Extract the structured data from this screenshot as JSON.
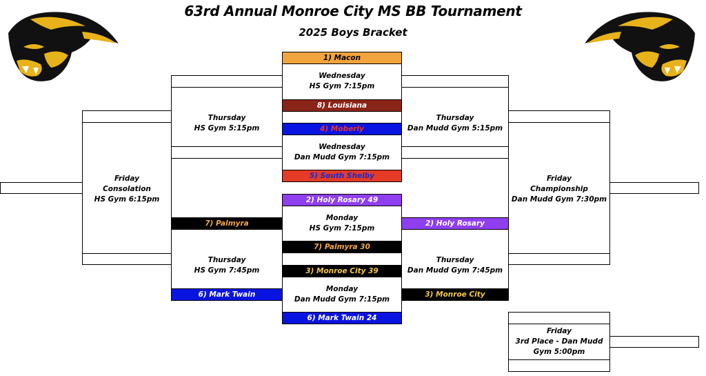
{
  "title": "63rd Annual Monroe City MS BB Tournament",
  "subtitle": "2025 Boys Bracket",
  "logo": {
    "icon": "panther-head-icon",
    "colors": {
      "black": "#111111",
      "gold": "#e8b21a"
    }
  },
  "teams": {
    "macon": "1) Macon",
    "louisiana": "8) Louisiana",
    "moberly": "4) Moberly",
    "south_shelby": "5) South Shelby",
    "holy_rosary_score": "2) Holy Rosary  49",
    "palmyra_score": "7) Palmyra  30",
    "monroe_city_score": "3) Monroe City  39",
    "mark_twain_score": "6) Mark Twain  24",
    "palmyra_left": "7) Palmyra",
    "mark_twain_left": "6) Mark Twain",
    "holy_rosary_right": "2) Holy Rosary",
    "monroe_city_right": "3) Monroe City"
  },
  "games": {
    "wed_hs": {
      "day": "Wednesday",
      "venue": "HS Gym 7:15pm"
    },
    "wed_dm": {
      "day": "Wednesday",
      "venue": "Dan Mudd Gym 7:15pm"
    },
    "mon_hs": {
      "day": "Monday",
      "venue": "HS Gym 7:15pm"
    },
    "mon_dm": {
      "day": "Monday",
      "venue": "Dan Mudd Gym 7:15pm"
    },
    "thu_hs_515": {
      "day": "Thursday",
      "venue": "HS Gym 5:15pm"
    },
    "thu_dm_515": {
      "day": "Thursday",
      "venue": "Dan Mudd Gym 5:15pm"
    },
    "thu_hs_745": {
      "day": "Thursday",
      "venue": "HS Gym 7:45pm"
    },
    "thu_dm_745": {
      "day": "Thursday",
      "venue": "Dan Mudd Gym 7:45pm"
    },
    "consolation": {
      "day": "Friday",
      "name": "Consolation",
      "venue": "HS Gym 6:15pm"
    },
    "championship": {
      "day": "Friday",
      "name": "Championship",
      "venue": "Dan Mudd Gym 7:30pm"
    },
    "third_place": {
      "day": "Friday",
      "line1": "3rd Place - Dan Mudd",
      "line2": "Gym 5:00pm"
    }
  },
  "colors": {
    "macon": "#f2a43c",
    "louisiana": "#8b2418",
    "moberly": "#0a14e0",
    "moberly_text": "#e8332a",
    "south_shelby": "#e43a26",
    "south_shelby_text": "#1a2ad0",
    "holy_rosary": "#8f3ff0",
    "holy_rosary_text": "#ffffff",
    "palmyra": "#000000",
    "palmyra_text": "#f5a84a",
    "monroe_city": "#000000",
    "monroe_city_text": "#f5c84a",
    "mark_twain": "#0a14e0",
    "mark_twain_text": "#ffffff"
  }
}
